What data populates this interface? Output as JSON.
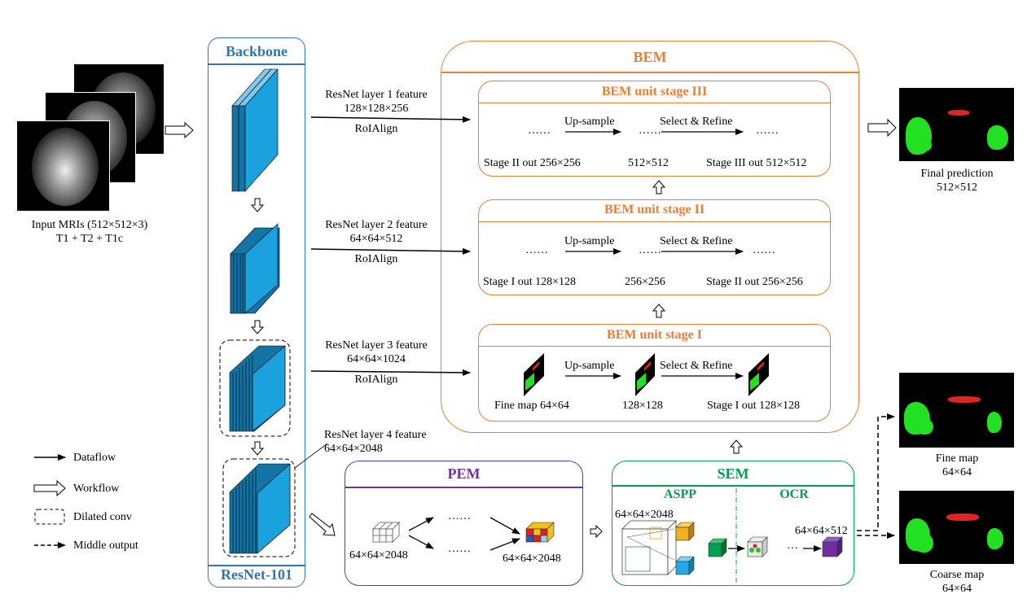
{
  "colors": {
    "bem": "#ed7d31",
    "backbone": "#2e75b6",
    "pem": "#7030a0",
    "sem": "#00a050",
    "layer_blue": "#1ba1dd",
    "pred_green": "#22e022",
    "pred_red": "#e52222"
  },
  "input": {
    "line1": "Input MRIs (512×512×3)",
    "line2": "T1 + T2 + T1c"
  },
  "backbone": {
    "title": "Backbone",
    "footer": "ResNet-101"
  },
  "features": [
    {
      "line1": "ResNet layer 1 feature",
      "line2": "128×128×256",
      "line3": "RoIAlign"
    },
    {
      "line1": "ResNet layer 2 feature",
      "line2": "64×64×512",
      "line3": "RoIAlign"
    },
    {
      "line1": "ResNet layer 3 feature",
      "line2": "64×64×1024",
      "line3": "RoIAlign"
    },
    {
      "line1": "ResNet layer 4 feature",
      "line2": "64×64×2048"
    }
  ],
  "bem": {
    "title": "BEM",
    "units": [
      {
        "title": "BEM unit stage III",
        "dots": "……",
        "upsample": "Up-sample",
        "refine": "Select & Refine",
        "in_label": "Stage II out 256×256",
        "mid_label": "512×512",
        "out_label": "Stage III out 512×512"
      },
      {
        "title": "BEM unit stage II",
        "dots": "……",
        "upsample": "Up-sample",
        "refine": "Select & Refine",
        "in_label": "Stage I out 128×128",
        "mid_label": "256×256",
        "out_label": "Stage II out 256×256"
      },
      {
        "title": "BEM unit stage I",
        "upsample": "Up-sample",
        "refine": "Select & Refine",
        "in_label": "Fine map 64×64",
        "mid_label": "128×128",
        "out_label": "Stage I out 128×128"
      }
    ]
  },
  "pem": {
    "title": "PEM",
    "in_label": "64×64×2048",
    "out_label": "64×64×2048",
    "dots": "……"
  },
  "sem": {
    "title": "SEM",
    "aspp": "ASPP",
    "ocr": "OCR",
    "in_label": "64×64×2048",
    "out_label": "64×64×512",
    "dots": "···"
  },
  "outputs": {
    "final": {
      "line1": "Final prediction",
      "line2": "512×512"
    },
    "fine": {
      "line1": "Fine map",
      "line2": "64×64"
    },
    "coarse": {
      "line1": "Coarse map",
      "line2": "64×64"
    }
  },
  "legend": {
    "dataflow": "Dataflow",
    "workflow": "Workflow",
    "dilated": "Dilated conv",
    "middle": "Middle output"
  }
}
